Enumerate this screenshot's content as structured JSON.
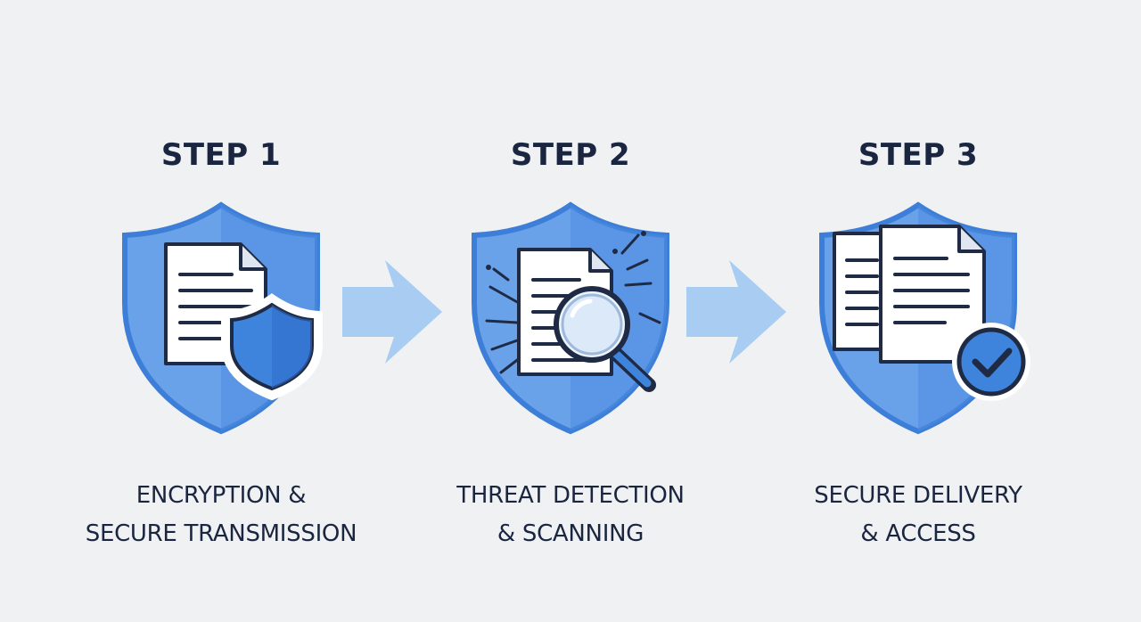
{
  "colors": {
    "background": "#f0f1f3",
    "shield_fill": "#6aa2ea",
    "shield_dark": "#3d7fd8",
    "shield_stroke": "#2f6ccb",
    "arrow": "#a9ccf2",
    "text": "#1a2540"
  },
  "steps": [
    {
      "title": "STEP 1",
      "caption_line1": "ENCRYPTION &",
      "caption_line2": "SECURE TRANSMISSION",
      "icon": "document-with-shield-icon"
    },
    {
      "title": "STEP 2",
      "caption_line1": "THREAT DETECTION",
      "caption_line2": "& SCANNING",
      "icon": "document-magnifier-icon"
    },
    {
      "title": "STEP 3",
      "caption_line1": "SECURE DELIVERY",
      "caption_line2": "& ACCESS",
      "icon": "documents-checkmark-icon"
    }
  ],
  "arrows": [
    "right-arrow-icon",
    "right-arrow-icon"
  ]
}
